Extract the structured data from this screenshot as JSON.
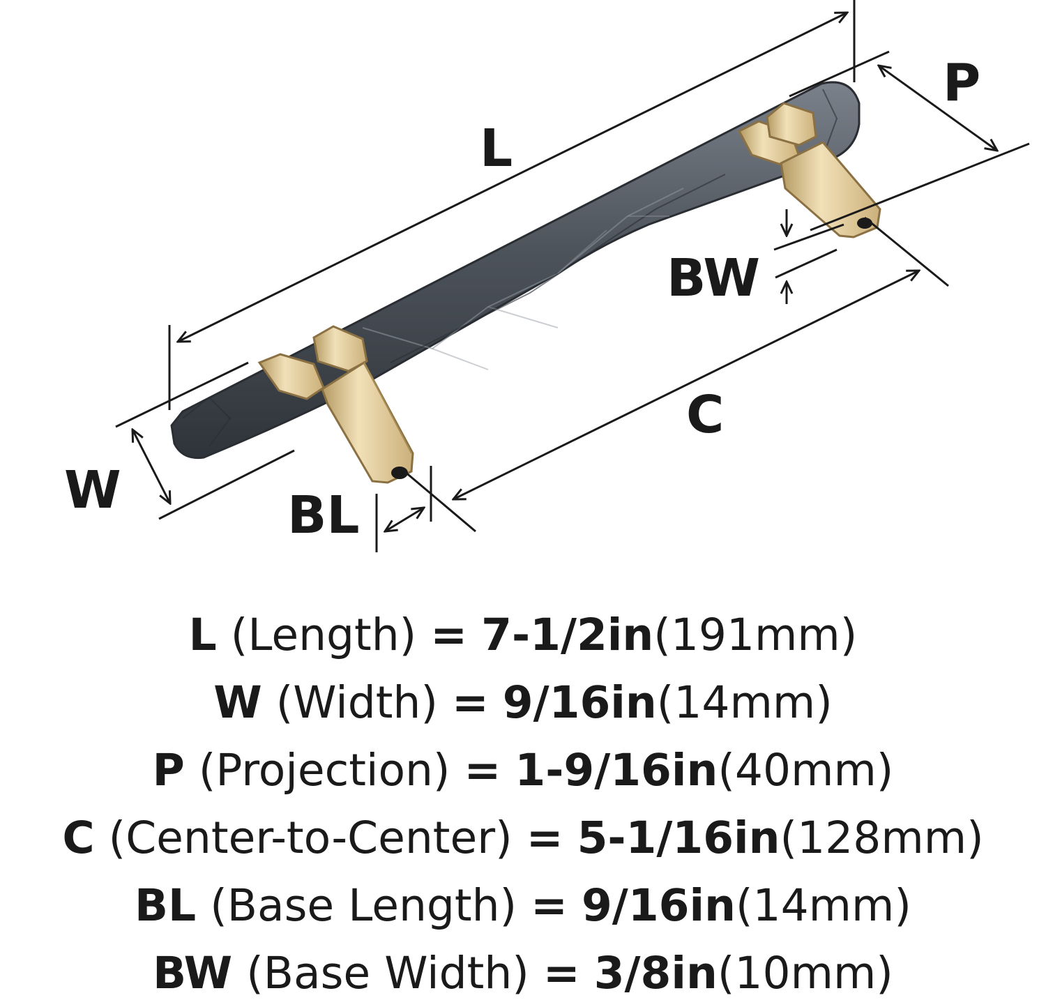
{
  "diagram": {
    "labels": {
      "L": "L",
      "P": "P",
      "BW": "BW",
      "C": "C",
      "W": "W",
      "BL": "BL"
    },
    "colors": {
      "handle": "#4a5058",
      "handle_dark": "#353a41",
      "handle_light": "#6b727b",
      "brass": "#d8bf8c",
      "brass_dark": "#a88d55",
      "brass_light": "#f0dfb6",
      "line": "#1a1a1a"
    }
  },
  "specs": [
    {
      "code": "L",
      "name": "(Length)",
      "eq": "=",
      "inch": "7-1/2in",
      "mm": "(191mm)"
    },
    {
      "code": "W",
      "name": "(Width)",
      "eq": "=",
      "inch": "9/16in",
      "mm": "(14mm)"
    },
    {
      "code": "P",
      "name": "(Projection)",
      "eq": "=",
      "inch": "1-9/16in",
      "mm": "(40mm)"
    },
    {
      "code": "C",
      "name": "(Center-to-Center)",
      "eq": "=",
      "inch": "5-1/16in",
      "mm": "(128mm)"
    },
    {
      "code": "BL",
      "name": "(Base Length)",
      "eq": "=",
      "inch": "9/16in",
      "mm": "(14mm)"
    },
    {
      "code": "BW",
      "name": "(Base Width)",
      "eq": "=",
      "inch": "3/8in",
      "mm": "(10mm)"
    }
  ]
}
